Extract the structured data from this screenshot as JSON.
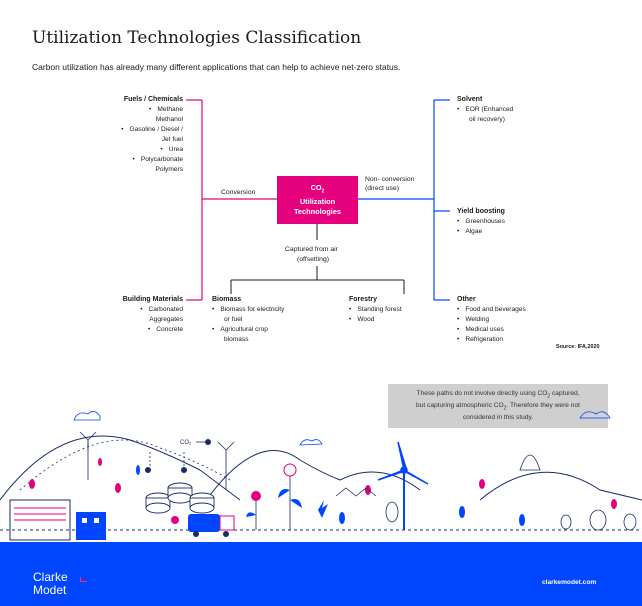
{
  "title": "Utilization Technologies Classification",
  "subtitle": "Carbon utilization has already many different applications that can help to achieve net-zero status.",
  "center": {
    "line1": "CO",
    "sub": "2",
    "line2": "Utilization",
    "line3": "Technologies"
  },
  "labels": {
    "conversion": "Conversion",
    "non_conversion_1": "Non- conversion",
    "non_conversion_2": "(direct use)",
    "captured_1": "Captured from air",
    "captured_2": "(offsetting)"
  },
  "fuels": {
    "heading": "Fuels / Chemicals",
    "items": [
      "Methane",
      "Methanol",
      "Gasoline / Diesel /",
      "Jet fuel",
      "Urea",
      "Polycarbonate",
      "Polymers"
    ]
  },
  "building": {
    "heading": "Building Materials",
    "items": [
      "Carbonated",
      "Aggregates",
      "Concrete"
    ]
  },
  "biomass": {
    "heading": "Biomass",
    "items": [
      "Biomass for electricity",
      "or fuel",
      "Agricultural crop",
      "biomass"
    ]
  },
  "forestry": {
    "heading": "Forestry",
    "items": [
      "Standing forest",
      "Wood"
    ]
  },
  "solvent": {
    "heading": "Solvent",
    "items": [
      "EOR (Enhanced",
      "oil recovery)"
    ]
  },
  "yield": {
    "heading": "Yield boosting",
    "items": [
      "Greenhouses",
      "Algae"
    ]
  },
  "other": {
    "heading": "Other",
    "items": [
      "Food and beverages",
      "Welding",
      "Medical uses",
      "Refrigeration"
    ]
  },
  "source": "Source: IFA,2020",
  "note": {
    "line1": "These paths do not involve directly using CO",
    "sub1": "2",
    "line1b": " captured,",
    "line2": "but capturing atmospheric CO",
    "sub2": "2",
    "line2b": ". Therefore they were not",
    "line3": "considered in this study."
  },
  "illustration_co2": "CO₂",
  "footer": {
    "logo_line1": "Clarke",
    "logo_line2": "Modet",
    "site": "clarkemodet.com"
  },
  "colors": {
    "pink": "#e5007e",
    "blue": "#0046ff",
    "dark": "#1a1a1a",
    "note_bg": "#cfcfcf"
  }
}
